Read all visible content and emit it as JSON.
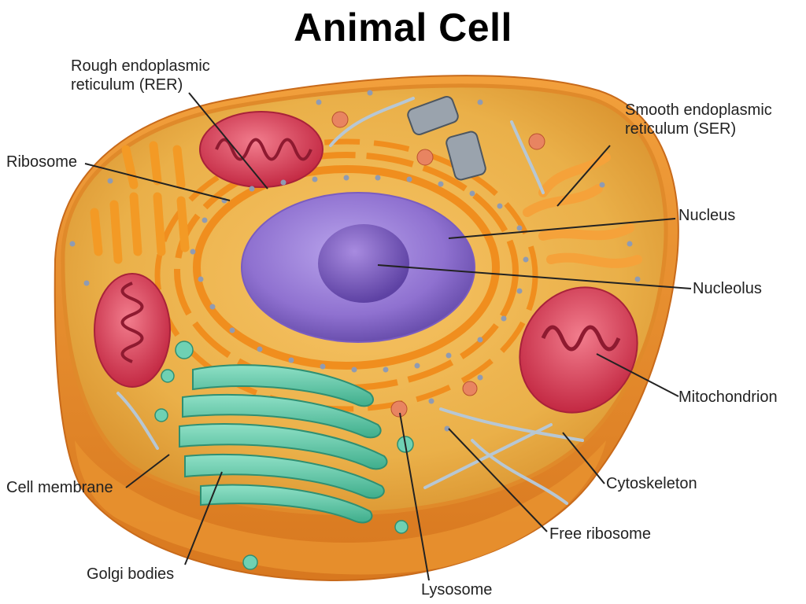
{
  "title": "Animal Cell",
  "labels": {
    "rer": "Rough endoplasmic\nreticulum (RER)",
    "ribosome": "Ribosome",
    "ser": "Smooth endoplasmic\nreticulum (SER)",
    "nucleus": "Nucleus",
    "nucleolus": "Nucleolus",
    "mitochondrion": "Mitochondrion",
    "cell_membrane": "Cell membrane",
    "cytoskeleton": "Cytoskeleton",
    "free_ribosome": "Free ribosome",
    "golgi_bodies": "Golgi bodies",
    "lysosome": "Lysosome"
  },
  "colors": {
    "cytoplasm": "#e9a534",
    "membrane": "#e98a2b",
    "nucleus": "#8e6bc9",
    "nucleolus": "#7a55b8",
    "er": "#f39a25",
    "mitochondrion": "#d9354f",
    "golgi": "#5fc6a8",
    "cytoskeleton": "#b7c7d4",
    "ribosome": "#8290a8",
    "lysosome": "#e06a4a"
  }
}
